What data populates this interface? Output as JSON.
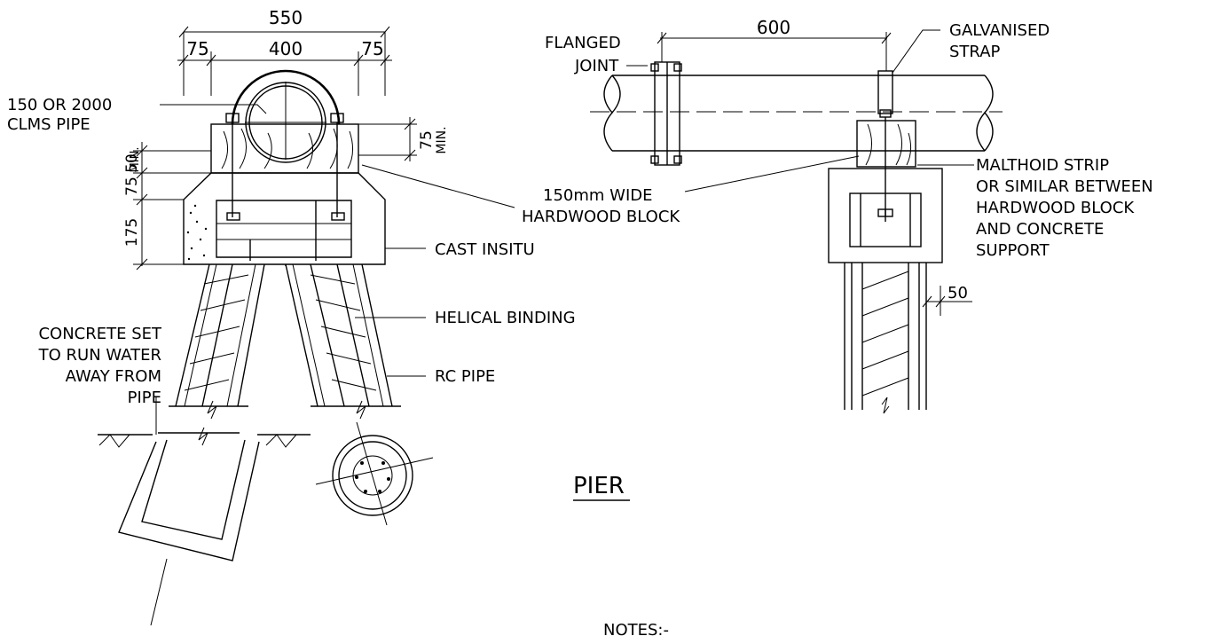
{
  "drawing": {
    "dims": {
      "overall_width": "550",
      "side_left": "75",
      "center_width": "400",
      "side_right": "75",
      "block_height": "75",
      "block_height_min": "MIN.",
      "gap_50": "50",
      "gap_50_min": "MIN.",
      "gap_75": "75",
      "base_height": "175",
      "strap_spacing": "600",
      "pipe_offset": "50"
    },
    "labels": {
      "pipe": [
        "150 OR 2000",
        "CLMS PIPE"
      ],
      "hardwood_block": [
        "150mm  WIDE",
        "HARDWOOD BLOCK"
      ],
      "cast_insitu": "CAST INSITU",
      "helical_binding": "HELICAL BINDING",
      "rc_pipe": "RC PIPE",
      "concrete_set": [
        "CONCRETE SET",
        "TO RUN WATER",
        "AWAY FROM",
        "PIPE"
      ],
      "flanged_joint": [
        "FLANGED",
        "JOINT"
      ],
      "galvanised_strap": [
        "GALVANISED",
        "STRAP"
      ],
      "malthoid": [
        "MALTHOID STRIP",
        "OR SIMILAR BETWEEN",
        "HARDWOOD BLOCK",
        "AND CONCRETE",
        "SUPPORT"
      ]
    },
    "title": "PIER",
    "notes": "NOTES:-"
  }
}
